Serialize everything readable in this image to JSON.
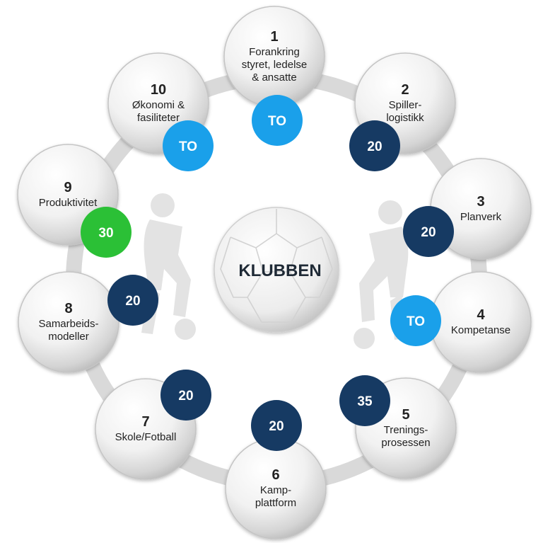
{
  "center": {
    "label": "KLUBBEN"
  },
  "colors": {
    "ring": "#d9d9d9",
    "navy": "#163a63",
    "lightblue": "#1aa0ea",
    "green": "#2bc036",
    "text": "#222222",
    "silhouette": "#e3e3e3"
  },
  "nodes": [
    {
      "number": "1",
      "lines": [
        "Forankring",
        "styret, ledelse",
        "& ansatte"
      ],
      "badge": "TO",
      "badge_color": "lightblue"
    },
    {
      "number": "2",
      "lines": [
        "Spiller-",
        "logistikk"
      ],
      "badge": "20",
      "badge_color": "navy"
    },
    {
      "number": "3",
      "lines": [
        "Planverk"
      ],
      "badge": "20",
      "badge_color": "navy"
    },
    {
      "number": "4",
      "lines": [
        "Kompetanse"
      ],
      "badge": "TO",
      "badge_color": "lightblue"
    },
    {
      "number": "5",
      "lines": [
        "Trenings-",
        "prosessen"
      ],
      "badge": "35",
      "badge_color": "navy"
    },
    {
      "number": "6",
      "lines": [
        "Kamp-",
        "plattform"
      ],
      "badge": "20",
      "badge_color": "navy"
    },
    {
      "number": "7",
      "lines": [
        "Skole/Fotball"
      ],
      "badge": "20",
      "badge_color": "navy"
    },
    {
      "number": "8",
      "lines": [
        "Samarbeids-",
        "modeller"
      ],
      "badge": "20",
      "badge_color": "navy"
    },
    {
      "number": "9",
      "lines": [
        "Produktivitet"
      ],
      "badge": "30",
      "badge_color": "green"
    },
    {
      "number": "10",
      "lines": [
        "Økonomi &",
        "fasiliteter"
      ],
      "badge": "TO",
      "badge_color": "lightblue"
    }
  ]
}
